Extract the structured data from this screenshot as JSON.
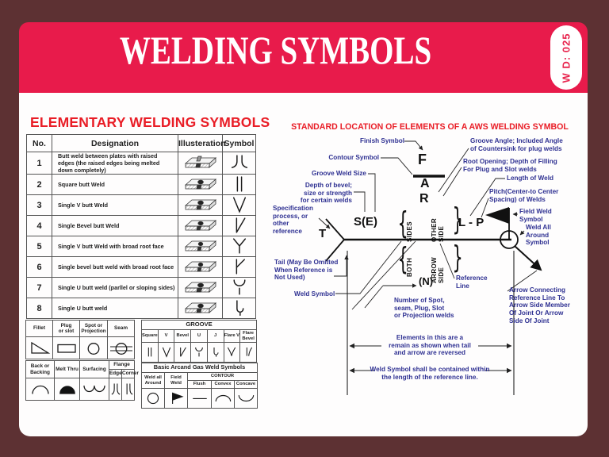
{
  "banner": {
    "title": "WELDING SYMBOLS",
    "tag": "W D: 025"
  },
  "colors": {
    "background_maroon": "#5d3133",
    "banner_red": "#e81b4b",
    "heading_red": "#e91d26",
    "label_blue": "#2f3192",
    "ink": "#1a1a1a"
  },
  "elementary": {
    "heading": "ELEMENTARY WELDING SYMBOLS",
    "headers": [
      "No.",
      "Designation",
      "Illusteration",
      "Symbol"
    ],
    "rows": [
      {
        "no": "1",
        "designation": "Butt weld between plates with raised edges (the raised edges being melted down completely)",
        "symbol": "raised-edges-symbol"
      },
      {
        "no": "2",
        "designation": "Square butt Weld",
        "symbol": "square-butt-symbol"
      },
      {
        "no": "3",
        "designation": "Single V butt Weld",
        "symbol": "single-v-symbol"
      },
      {
        "no": "4",
        "designation": "Single Bevel butt Weld",
        "symbol": "single-bevel-symbol"
      },
      {
        "no": "5",
        "designation": "Single V butt Weld with broad root face",
        "symbol": "v-broad-root-symbol"
      },
      {
        "no": "6",
        "designation": "Single bevel butt weld with broad root face",
        "symbol": "bevel-broad-root-symbol"
      },
      {
        "no": "7",
        "designation": "Single U butt weld (parllel or sloping sides)",
        "symbol": "u-sloping-symbol"
      },
      {
        "no": "8",
        "designation": "Single U butt weld",
        "symbol": "single-u-symbol"
      }
    ]
  },
  "fillet_table": {
    "headers": [
      "Fillet",
      "Plug\nor slot",
      "Spot or\nProjection",
      "Seam"
    ]
  },
  "back_table": {
    "headers": [
      "Back or\nBacking",
      "Melt Thru",
      "Surfacing",
      "Flange"
    ],
    "flange_sub": [
      "Edge",
      "Corner"
    ]
  },
  "groove_table": {
    "title": "GROOVE",
    "headers": [
      "Square",
      "V",
      "Bevel",
      "U",
      "J",
      "Flare V",
      "Flare\nBevel"
    ]
  },
  "basic_table": {
    "title": "Basic Arcand Gas Weld Symbols",
    "weld_all_around": "Weld all\nAround",
    "field_weld": "Field Weld",
    "contour": "CONTOUR",
    "contour_sub": [
      "Flush",
      "Convex",
      "Concave"
    ]
  },
  "diagram": {
    "title": "STANDARD LOCATION OF ELEMENTS OF A AWS WELDING SYMBOL",
    "letters": {
      "finish": "F",
      "angle": "A",
      "root": "R",
      "size": "S(E)",
      "tail": "T",
      "length_pitch": "L - P",
      "number": "(N)"
    },
    "side_labels": {
      "sides": "SIDES",
      "other_side": "OTHER\nSIDE",
      "both": "BOTH",
      "arrow_side": "ARROW\nSIDE",
      "brace_left": "{",
      "brace_right": "}"
    },
    "labels": {
      "finish_symbol": "Finish Symbol",
      "contour_symbol": "Contour Symbol",
      "groove_weld_size": "Groove Weld Size",
      "depth_of_bevel": "Depth of bevel;\nsize or strength\nfor certain welds",
      "specification": "Specification\nprocess, or other\nreference",
      "tail_note": "Tail (May Be Omitted\nWhen Reference is\nNot Used)",
      "weld_symbol": "Weld Symbol",
      "groove_angle": "Groove Angle; Included Angle\nof Countersink for plug welds",
      "root_opening": "Root Opening; Depth of Filling\nFor Plug and Slot welds",
      "length_of_weld": "Length of Weld",
      "pitch": "Pitch(Center-to Center\nSpacing) of Welds",
      "field_weld": "Field Weld\nSymbol",
      "weld_all_around": "Weld All\nAround\nSymbol",
      "reference_line": "Reference\nLine",
      "number_of": "Number of Spot,\nseam, Plug, Slot\nor Projection welds",
      "arrow_connecting": "Arrow Connecting\nReference Line To\nArrow Side Member\nOf Joint Or Arrow\nSide Of Joint",
      "elements_note": "Elements in this are a\nremain as shown when tail\nand arrow are reversed",
      "contained_note": "Weld Symbol shall be contained within\nthe length of the reference line."
    }
  }
}
